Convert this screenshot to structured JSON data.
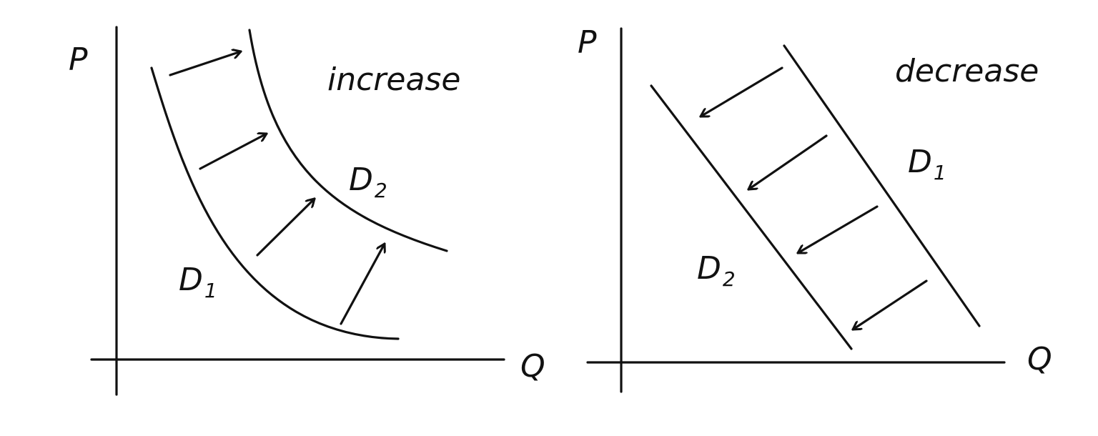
{
  "panels": [
    {
      "title": "increase",
      "y_axis_label": "P",
      "x_axis_label": "Q",
      "curves": [
        {
          "label": "D",
          "subscript": "1"
        },
        {
          "label": "D",
          "subscript": "2"
        }
      ]
    },
    {
      "title": "decrease",
      "y_axis_label": "P",
      "x_axis_label": "Q",
      "curves": [
        {
          "label": "D",
          "subscript": "1"
        },
        {
          "label": "D",
          "subscript": "2"
        }
      ]
    }
  ]
}
